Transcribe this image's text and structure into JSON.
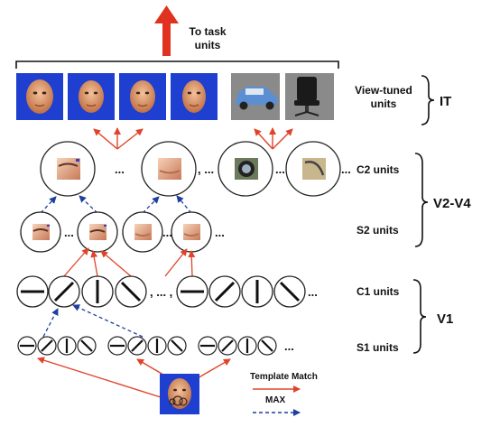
{
  "top_arrow": {
    "label_line1": "To task",
    "label_line2": "units"
  },
  "layers": {
    "view_tuned": "View-tuned",
    "view_tuned_line2": "units",
    "c2": "C2 units",
    "s2": "S2 units",
    "c1": "C1 units",
    "s1": "S1 units"
  },
  "areas": {
    "it": "IT",
    "v2v4": "V2-V4",
    "v1": "V1"
  },
  "ellipses": {
    "dots": "..."
  },
  "separators": {
    "dots_comma": ", ...",
    "comma_dots_comma": ", ... ,"
  },
  "legend": {
    "template_match": "Template Match",
    "max": "MAX"
  },
  "colors": {
    "template_match_arrow": "#e0432a",
    "max_arrow": "#1f3f9f",
    "image_background": "#1e3fd0",
    "face_skin": "#d98b5c",
    "car_color": "#5b8fd4"
  },
  "icons": {
    "view_units": [
      "face-icon",
      "face-icon",
      "face-icon",
      "face-icon",
      "car-icon",
      "chair-icon"
    ],
    "input": "face-icon"
  }
}
